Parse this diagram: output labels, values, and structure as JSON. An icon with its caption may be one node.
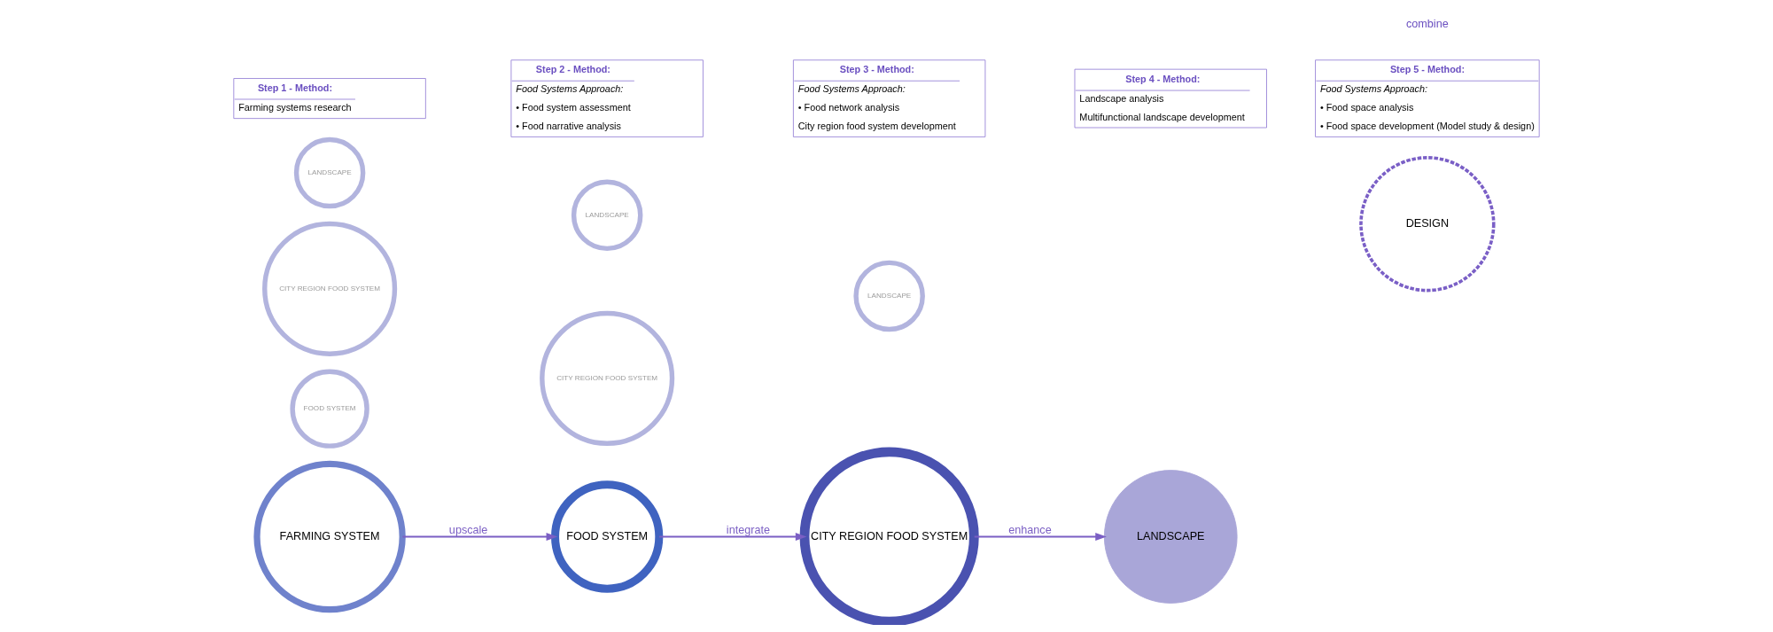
{
  "diagram": {
    "nodes": [
      {
        "text": [
          "FARMING SYSTEM"
        ]
      },
      {
        "text": [
          "FOOD SYSTEM"
        ]
      },
      {
        "text": [
          "CITY REGION FOOD SYSTEM"
        ]
      },
      {
        "text": [
          "LANDSCAPE"
        ]
      },
      {
        "text": [
          "FOOD SYSTEM"
        ]
      },
      {
        "text": [
          "CITY REGION FOOD SYSTEM"
        ]
      },
      {
        "text": [
          "LANDSCAPE"
        ]
      },
      {
        "text": [
          "CITY REGION FOOD SYSTEM"
        ]
      },
      {
        "text": [
          "LANDSCAPE"
        ]
      },
      {
        "text": [
          "LANDSCAPE"
        ]
      },
      {
        "text": [
          "DESIGN"
        ]
      },
      {
        "text": [
          "Step 1 - Method:",
          "Farming systems research"
        ]
      },
      {
        "text": [
          "Step 2 - Method:",
          "Food Systems Approach:",
          "• Food system assessment",
          "• Food narrative analysis"
        ]
      },
      {
        "text": [
          "Step 3 - Method:",
          "Food Systems Approach:",
          "• Food network analysis",
          "City region food system development"
        ]
      },
      {
        "text": [
          "Step 4 - Method:",
          "Landscape analysis",
          "Multifunctional landscape development"
        ]
      },
      {
        "text": [
          "Step 5 - Method:",
          "Food Systems Approach:",
          "• Food space analysis",
          "• Food space development (Model study & design)"
        ]
      }
    ],
    "edges": [
      {
        "from": 0,
        "to": 4,
        "arrow": "to",
        "label": "upscale"
      },
      {
        "from": 4,
        "to": 7,
        "arrow": "to",
        "label": "integrate"
      },
      {
        "from": 7,
        "to": 9,
        "arrow": "to",
        "label": "enhance"
      }
    ],
    "labels": [
      "combine"
    ]
  }
}
